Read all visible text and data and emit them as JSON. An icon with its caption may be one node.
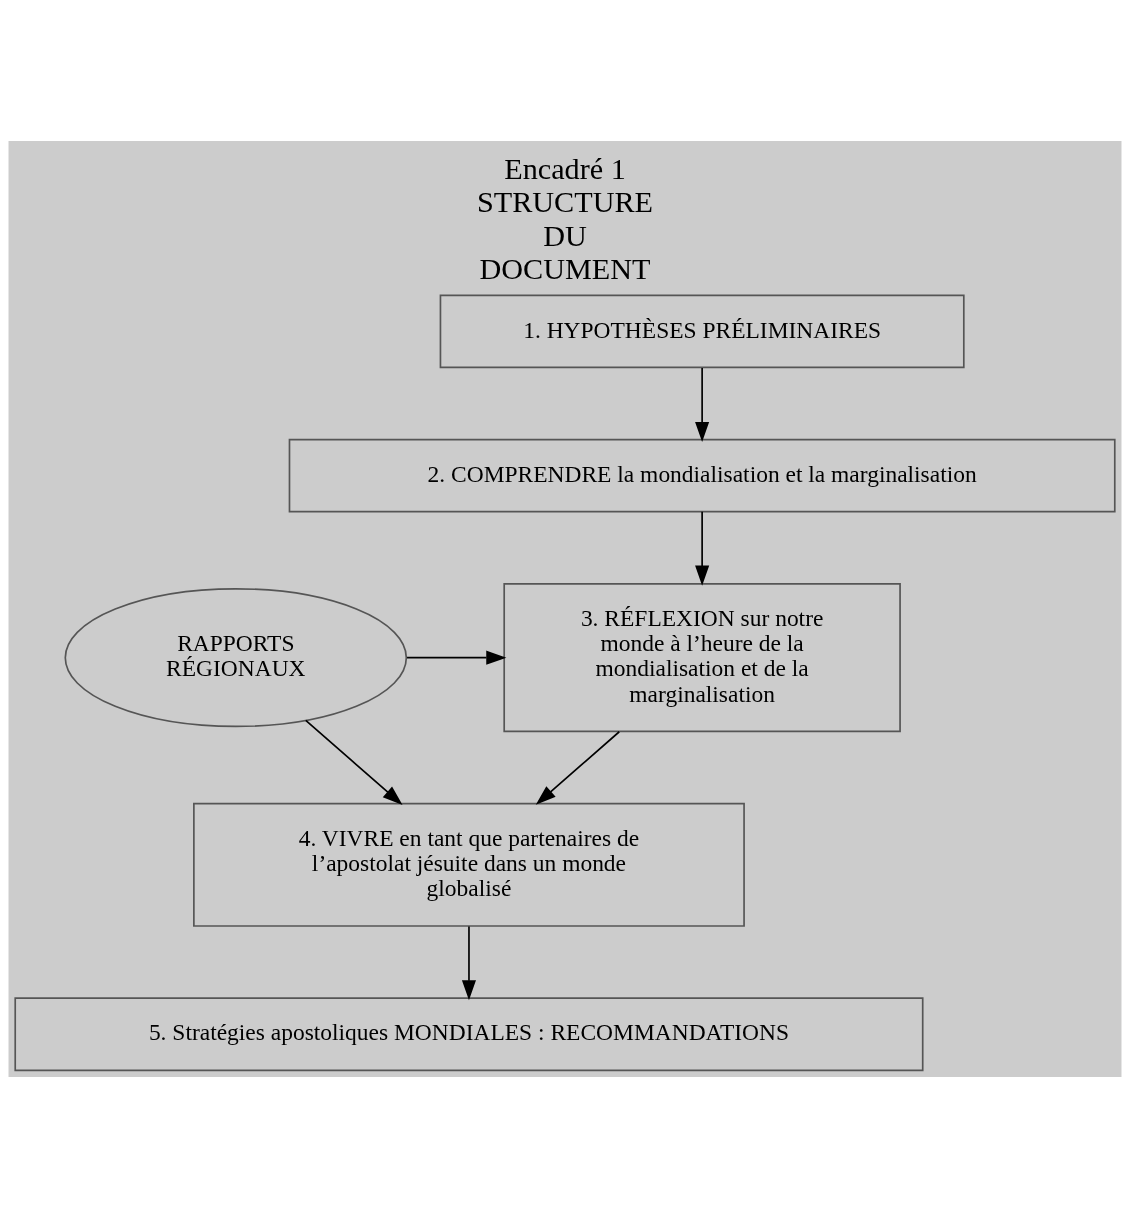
{
  "diagram": {
    "title": "Encadré 1 STRUCTURE DU DOCUMENT",
    "nodes": [
      {
        "text": [
          "1. HYPOTHÈSES PRÉLIMINAIRES"
        ]
      },
      {
        "text": [
          "2. COMPRENDRE la mondialisation et la marginalisation"
        ]
      },
      {
        "text": [
          "3. RÉFLEXION sur notre monde à l’heure de la mondialisation et de la marginalisation"
        ]
      },
      {
        "text": [
          "4. VIVRE en tant que partenaires de l’apostolat jésuite dans un monde globalisé"
        ]
      },
      {
        "text": [
          "5. Stratégies apostoliques MONDIALES : RECOMMANDATIONS"
        ]
      },
      {
        "text": [
          "RAPPORTS RÉGIONAUX"
        ]
      }
    ],
    "edges": [
      {
        "from": 0,
        "to": 1,
        "arrow": "to"
      },
      {
        "from": 1,
        "to": 2,
        "arrow": "to"
      },
      {
        "from": 5,
        "to": 2,
        "arrow": "to"
      },
      {
        "from": 2,
        "to": 3,
        "arrow": "to"
      },
      {
        "from": 5,
        "to": 3,
        "arrow": "to"
      },
      {
        "from": 3,
        "to": 4,
        "arrow": "to"
      }
    ]
  }
}
